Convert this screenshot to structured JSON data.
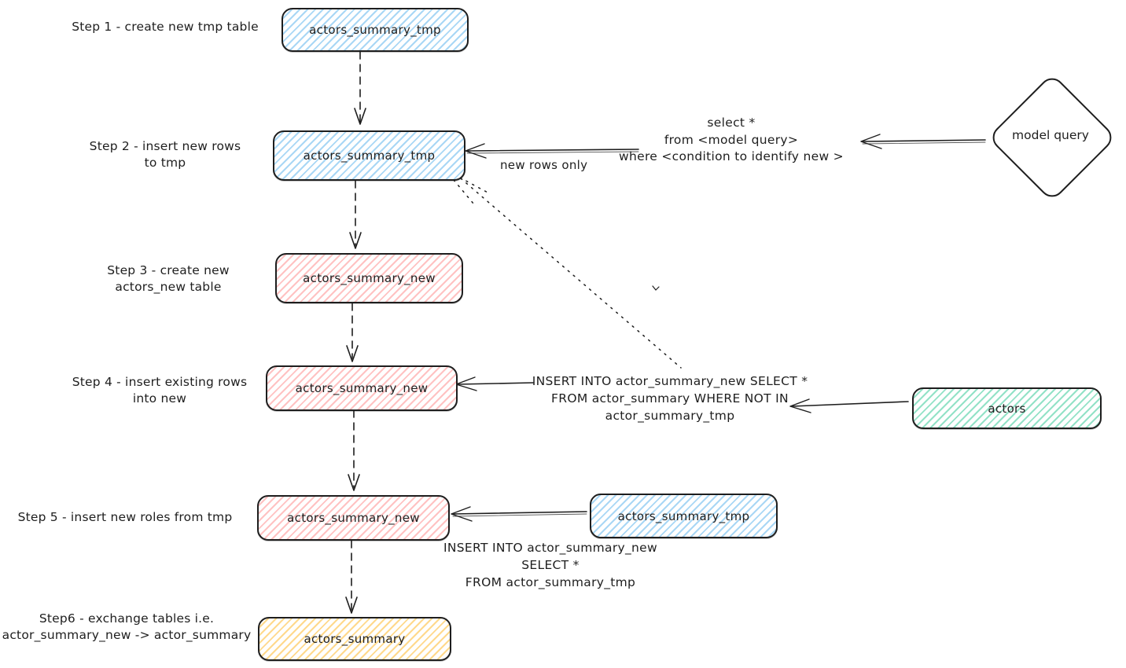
{
  "palette": {
    "stroke": "#1e1e1e",
    "blue": "#a5d8ff",
    "pink": "#ffc9c9",
    "teal": "#96e2c8",
    "yellow": "#ffd98c",
    "background": "#ffffff"
  },
  "steps": [
    {
      "lines": [
        "Step 1 - create new tmp table"
      ]
    },
    {
      "lines": [
        "Step 2 - insert new rows",
        "to tmp"
      ]
    },
    {
      "lines": [
        "Step 3 - create new",
        "actors_new table"
      ]
    },
    {
      "lines": [
        "Step 4 - insert existing rows",
        "into new"
      ]
    },
    {
      "lines": [
        "Step 5 - insert new roles from tmp"
      ]
    },
    {
      "lines": [
        "Step6 - exchange tables i.e.",
        "actor_summary_new -> actor_summary"
      ]
    }
  ],
  "nodes": {
    "step1_tmp": {
      "label": "actors_summary_tmp",
      "color": "blue"
    },
    "step2_tmp": {
      "label": "actors_summary_tmp",
      "color": "blue"
    },
    "step3_new": {
      "label": "actors_summary_new",
      "color": "pink"
    },
    "step4_new": {
      "label": "actors_summary_new",
      "color": "pink"
    },
    "step5_new": {
      "label": "actors_summary_new",
      "color": "pink"
    },
    "step6_summary": {
      "label": "actors_summary",
      "color": "yellow"
    },
    "actors": {
      "label": "actors",
      "color": "teal"
    },
    "side_tmp": {
      "label": "actors_summary_tmp",
      "color": "blue"
    },
    "model_query": {
      "label": "model query"
    }
  },
  "annotations": {
    "select_query": {
      "lines": [
        "select *",
        "from <model query>",
        "where <condition to identify new >"
      ]
    },
    "new_rows_only": "new rows only",
    "insert_not_in": {
      "lines": [
        "INSERT INTO actor_summary_new SELECT *",
        "FROM actor_summary WHERE NOT IN",
        "actor_summary_tmp"
      ]
    },
    "insert_from_tmp": {
      "lines": [
        "INSERT INTO actor_summary_new",
        "SELECT *",
        "FROM actor_summary_tmp"
      ]
    }
  }
}
